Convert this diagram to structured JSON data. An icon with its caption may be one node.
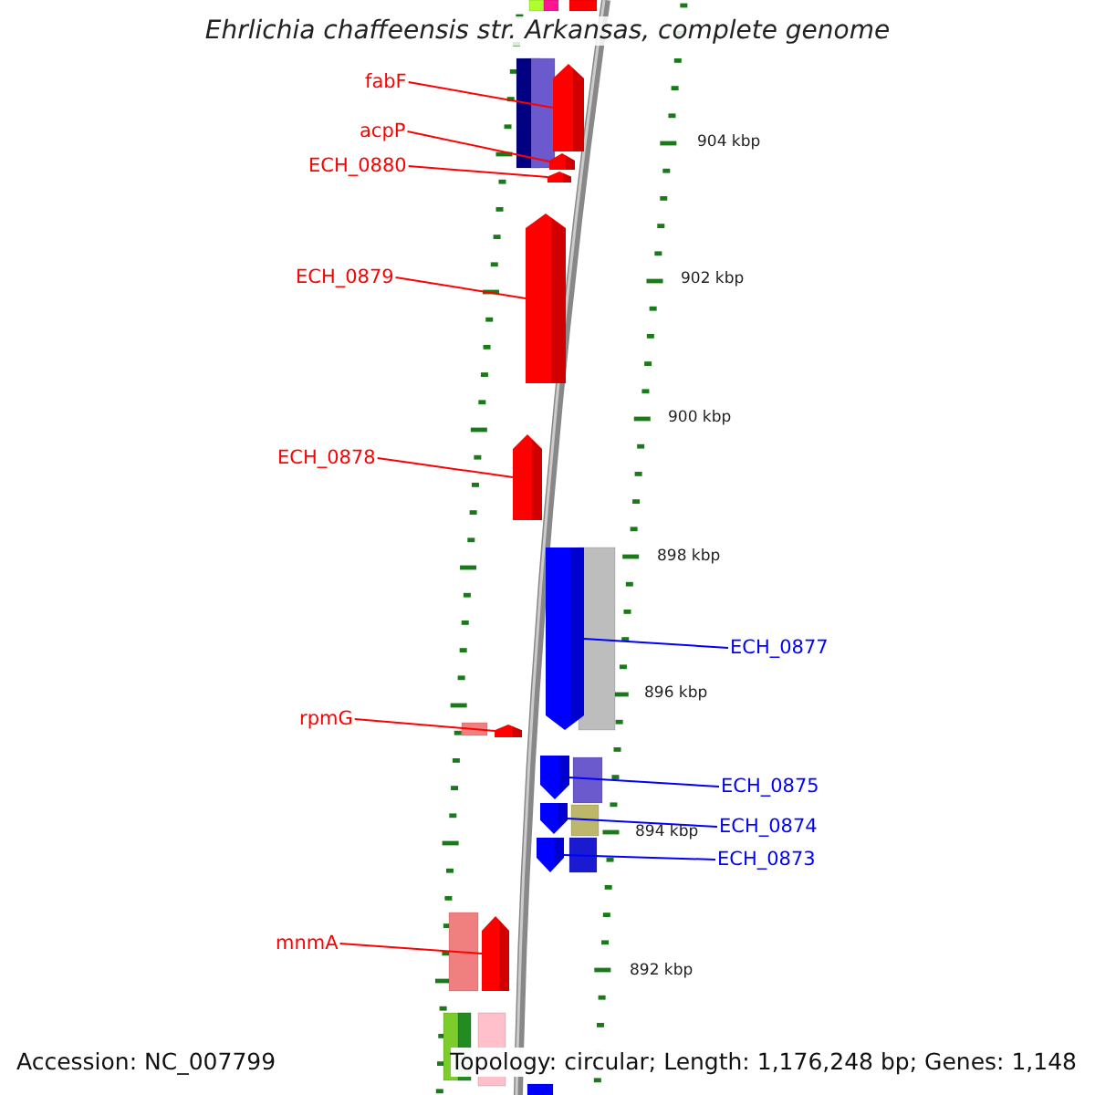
{
  "diagram": {
    "title": "Ehrlichia chaffeensis str. Arkansas, complete genome",
    "nodes": [
      {
        "text": [
          "fabF"
        ]
      },
      {
        "text": [],
        "shape": "bar"
      },
      {
        "text": [
          "acpP"
        ]
      },
      {
        "text": [],
        "shape": "bar"
      },
      {
        "text": [
          "ECH_0880"
        ]
      },
      {
        "text": [],
        "shape": "bar"
      },
      {
        "text": [
          "ECH_0879"
        ]
      },
      {
        "text": [],
        "shape": "bar"
      },
      {
        "text": [
          "ECH_0878"
        ]
      },
      {
        "text": [],
        "shape": "bar"
      },
      {
        "text": [],
        "shape": "bar"
      },
      {
        "text": [
          "ECH_0877"
        ]
      },
      {
        "text": [
          "rpmG"
        ]
      },
      {
        "text": [],
        "shape": "bar"
      },
      {
        "text": [],
        "shape": "bar"
      },
      {
        "text": [
          "ECH_0875"
        ]
      },
      {
        "text": [],
        "shape": "bar"
      },
      {
        "text": [
          "ECH_0874"
        ]
      },
      {
        "text": [],
        "shape": "bar"
      },
      {
        "text": [
          "ECH_0873"
        ]
      },
      {
        "text": [
          "mnmA"
        ]
      },
      {
        "text": [],
        "shape": "bar"
      }
    ],
    "edges": [
      {
        "from": 0,
        "to": 1,
        "arrow": "none"
      },
      {
        "from": 2,
        "to": 3,
        "arrow": "none"
      },
      {
        "from": 4,
        "to": 5,
        "arrow": "none"
      },
      {
        "from": 6,
        "to": 7,
        "arrow": "none"
      },
      {
        "from": 8,
        "to": 9,
        "arrow": "none"
      },
      {
        "from": 11,
        "to": 10,
        "arrow": "none",
        "color": "#0000ff"
      },
      {
        "from": 12,
        "to": 13,
        "arrow": "none"
      },
      {
        "from": 15,
        "to": 14,
        "arrow": "none",
        "color": "#0000ff"
      },
      {
        "from": 17,
        "to": 16,
        "arrow": "none",
        "color": "#0000ff"
      },
      {
        "from": 19,
        "to": 18,
        "arrow": "none",
        "color": "#0000ff"
      },
      {
        "from": 20,
        "to": 21,
        "arrow": "none"
      }
    ],
    "labels": [
      "904 kbp",
      "902 kbp",
      "900 kbp",
      "898 kbp",
      "896 kbp",
      "894 kbp",
      "892 kbp",
      "Accession: NC_007799",
      "Topology: circular; Length: 1,176,248 bp; Genes: 1,148"
    ]
  }
}
